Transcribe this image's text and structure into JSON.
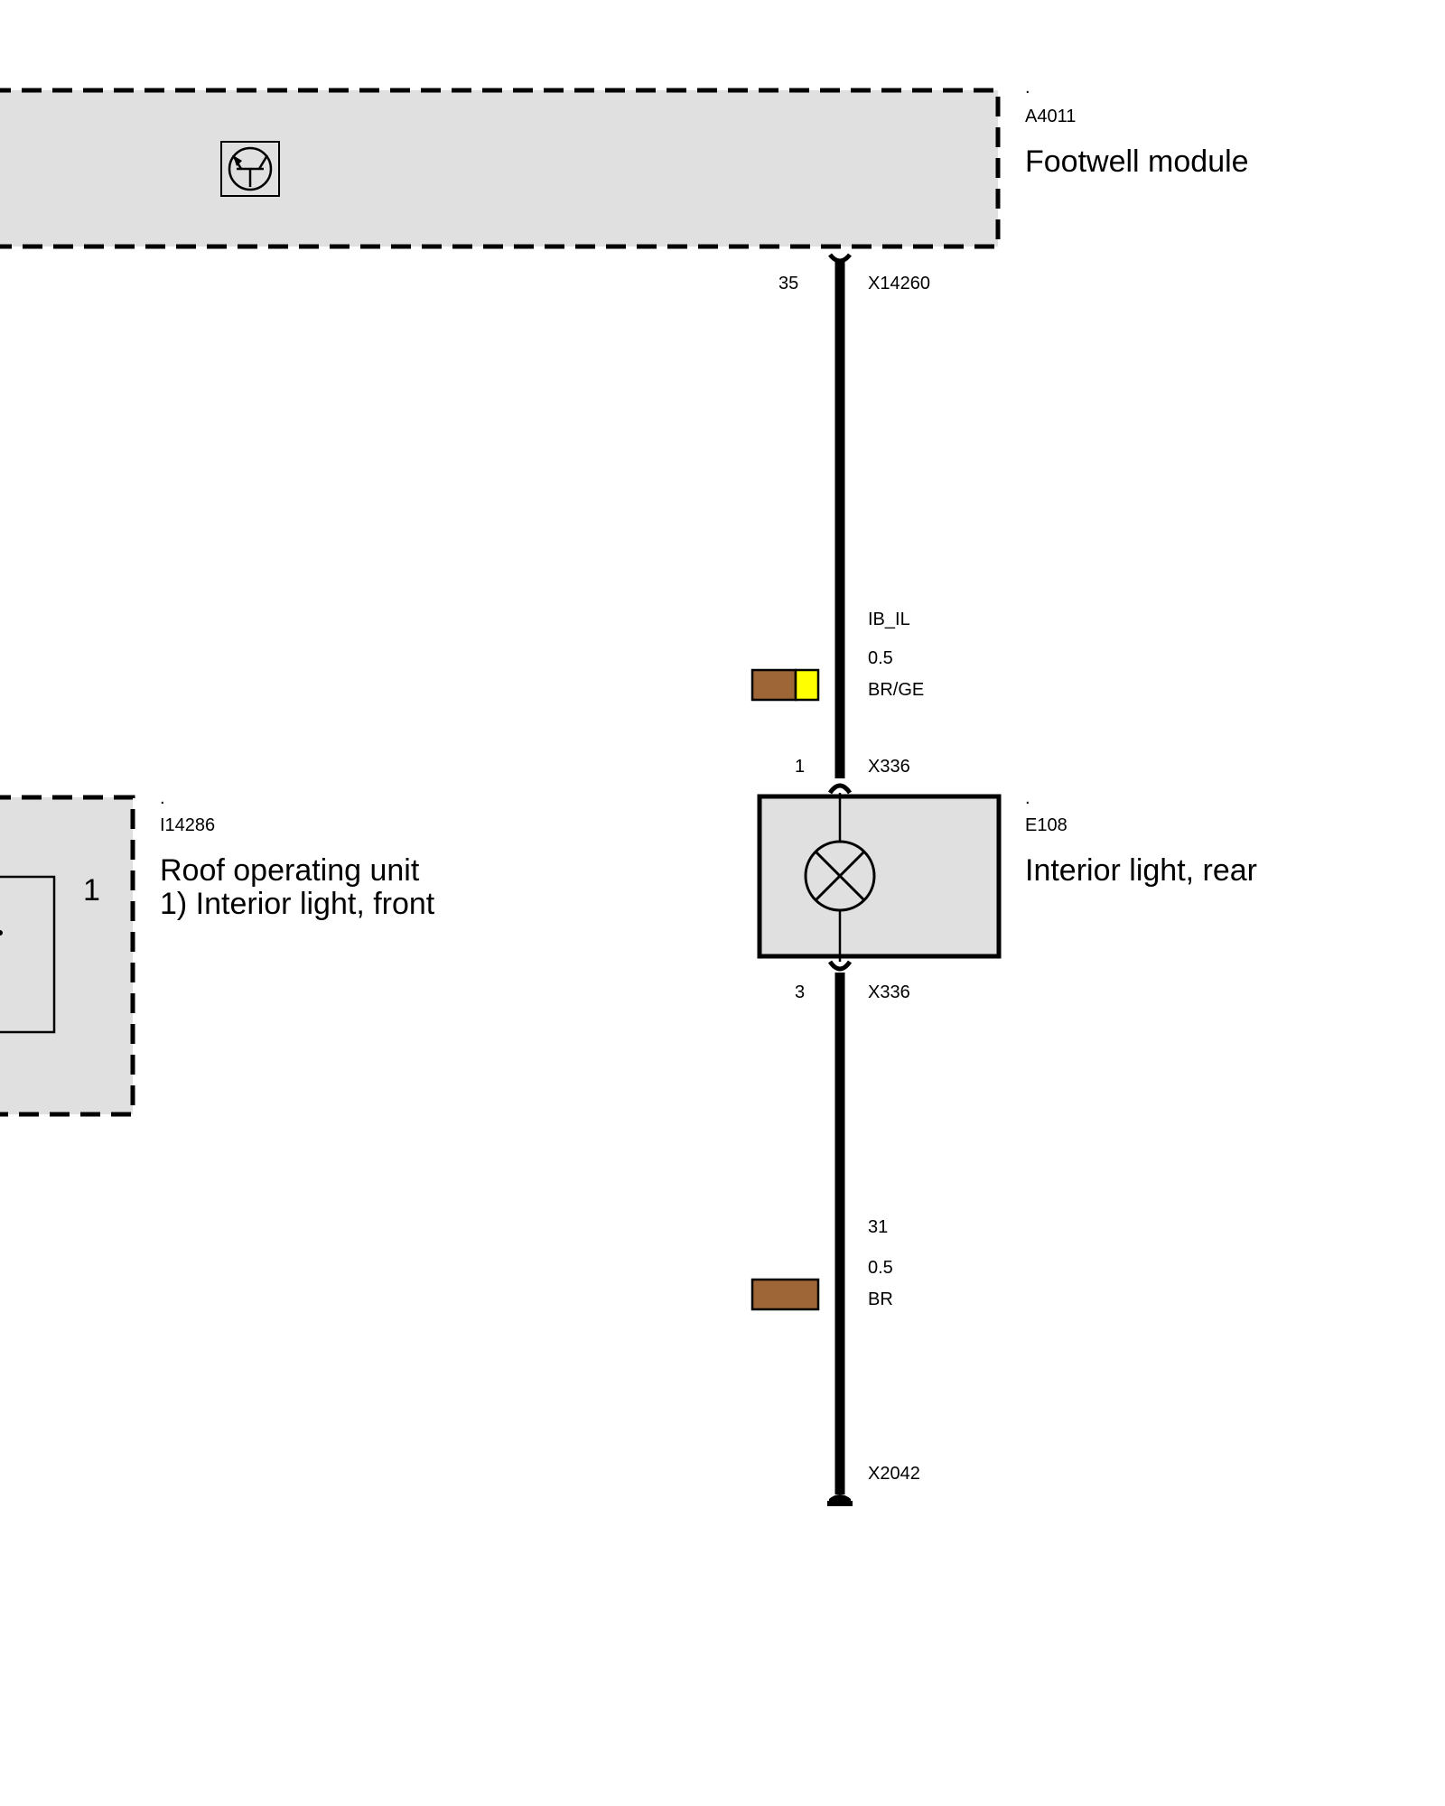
{
  "colors": {
    "module_fill": "#e0e0e0",
    "wire": "#000000",
    "brown": "#9e6636",
    "yellow": "#ffff00"
  },
  "footwell_module": {
    "dot": ".",
    "code": "A4011",
    "name": "Footwell module",
    "icon": "transistor-icon"
  },
  "connector_top": {
    "pin": "35",
    "code": "X14260"
  },
  "wire_upper": {
    "signal": "IB_IL",
    "size": "0.5",
    "color_code": "BR/GE"
  },
  "lamp_connector_in": {
    "pin": "1",
    "code": "X336"
  },
  "interior_light_rear": {
    "dot": ".",
    "code": "E108",
    "name": "Interior light, rear",
    "icon": "lamp-icon"
  },
  "lamp_connector_out": {
    "pin": "3",
    "code": "X336"
  },
  "wire_lower": {
    "signal": "31",
    "size": "0.5",
    "color_code": "BR"
  },
  "ground": {
    "code": "X2042",
    "icon": "ground-icon"
  },
  "roof_unit": {
    "dot": ".",
    "code": "I14286",
    "name_line1": "Roof operating unit",
    "name_line2": "1) Interior light, front",
    "pin": "1"
  }
}
